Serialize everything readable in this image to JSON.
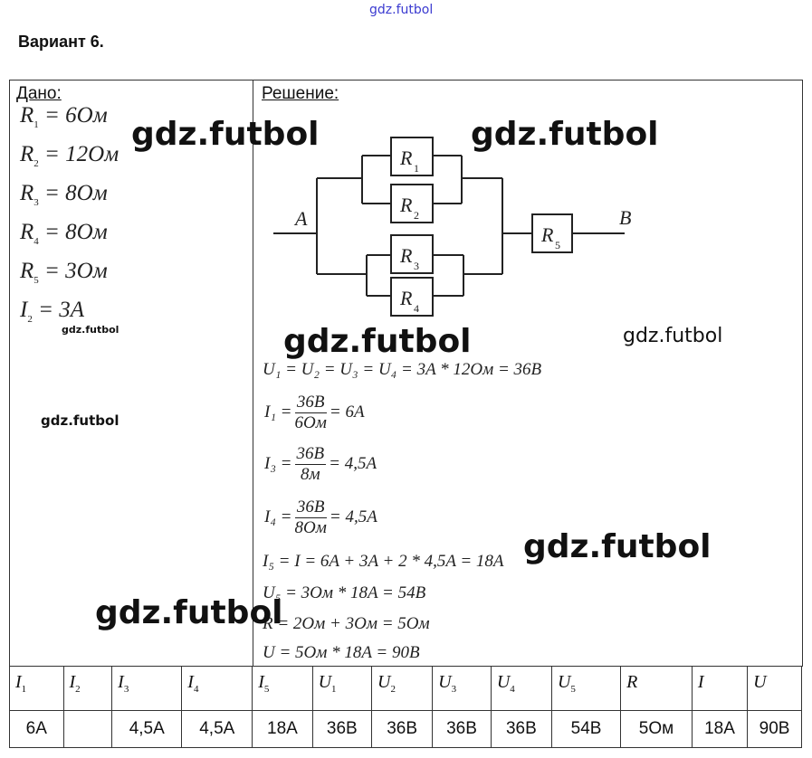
{
  "watermark": "gdz.futbol",
  "title": "Вариант 6.",
  "given": {
    "label": "Дано:",
    "items": [
      {
        "sym": "R",
        "sub": "1",
        "val": "= 6Ом"
      },
      {
        "sym": "R",
        "sub": "2",
        "val": "= 12Ом"
      },
      {
        "sym": "R",
        "sub": "3",
        "val": "= 8Ом"
      },
      {
        "sym": "R",
        "sub": "4",
        "val": "= 8Ом"
      },
      {
        "sym": "R",
        "sub": "5",
        "val": "= 3Ом"
      },
      {
        "sym": "I",
        "sub": "2",
        "val": "= 3A"
      }
    ]
  },
  "solution": {
    "label": "Решение:",
    "circuit": {
      "node_a": "A",
      "node_b": "B",
      "r1": "R",
      "r2": "R",
      "r3": "R",
      "r4": "R",
      "r5": "R",
      "s1": "1",
      "s2": "2",
      "s3": "3",
      "s4": "4",
      "s5": "5"
    },
    "f1": "U₁ = U₂ = U₃ = U₄ = 3A * 12Ом = 36B",
    "f2": {
      "lhs": "I₁ =",
      "num": "36B",
      "den": "6Ом",
      "rhs": "= 6A"
    },
    "f3": {
      "lhs": "I₃ =",
      "num": "36B",
      "den": "8м",
      "rhs": "= 4,5A"
    },
    "f4": {
      "lhs": "I₄ =",
      "num": "36B",
      "den": "8Ом",
      "rhs": "= 4,5A"
    },
    "f5": "I₅ = I = 6A + 3A + 2 * 4,5A = 18A",
    "f6": "U₅ = 3Ом * 18A = 54B",
    "f7": "R = 2Ом + 3Ом = 5Ом",
    "f8": "U = 5Ом * 18A = 90B"
  },
  "table": {
    "headers": [
      [
        "I",
        "1"
      ],
      [
        "I",
        "2"
      ],
      [
        "I",
        "3"
      ],
      [
        "I",
        "4"
      ],
      [
        "I",
        "5"
      ],
      [
        "U",
        "1"
      ],
      [
        "U",
        "2"
      ],
      [
        "U",
        "3"
      ],
      [
        "U",
        "4"
      ],
      [
        "U",
        "5"
      ],
      [
        "R",
        ""
      ],
      [
        "I",
        ""
      ],
      [
        "U",
        ""
      ]
    ],
    "values": [
      "6A",
      "",
      "4,5A",
      "4,5A",
      "18A",
      "36B",
      "36B",
      "36B",
      "36B",
      "54B",
      "5Ом",
      "18A",
      "90B"
    ]
  }
}
